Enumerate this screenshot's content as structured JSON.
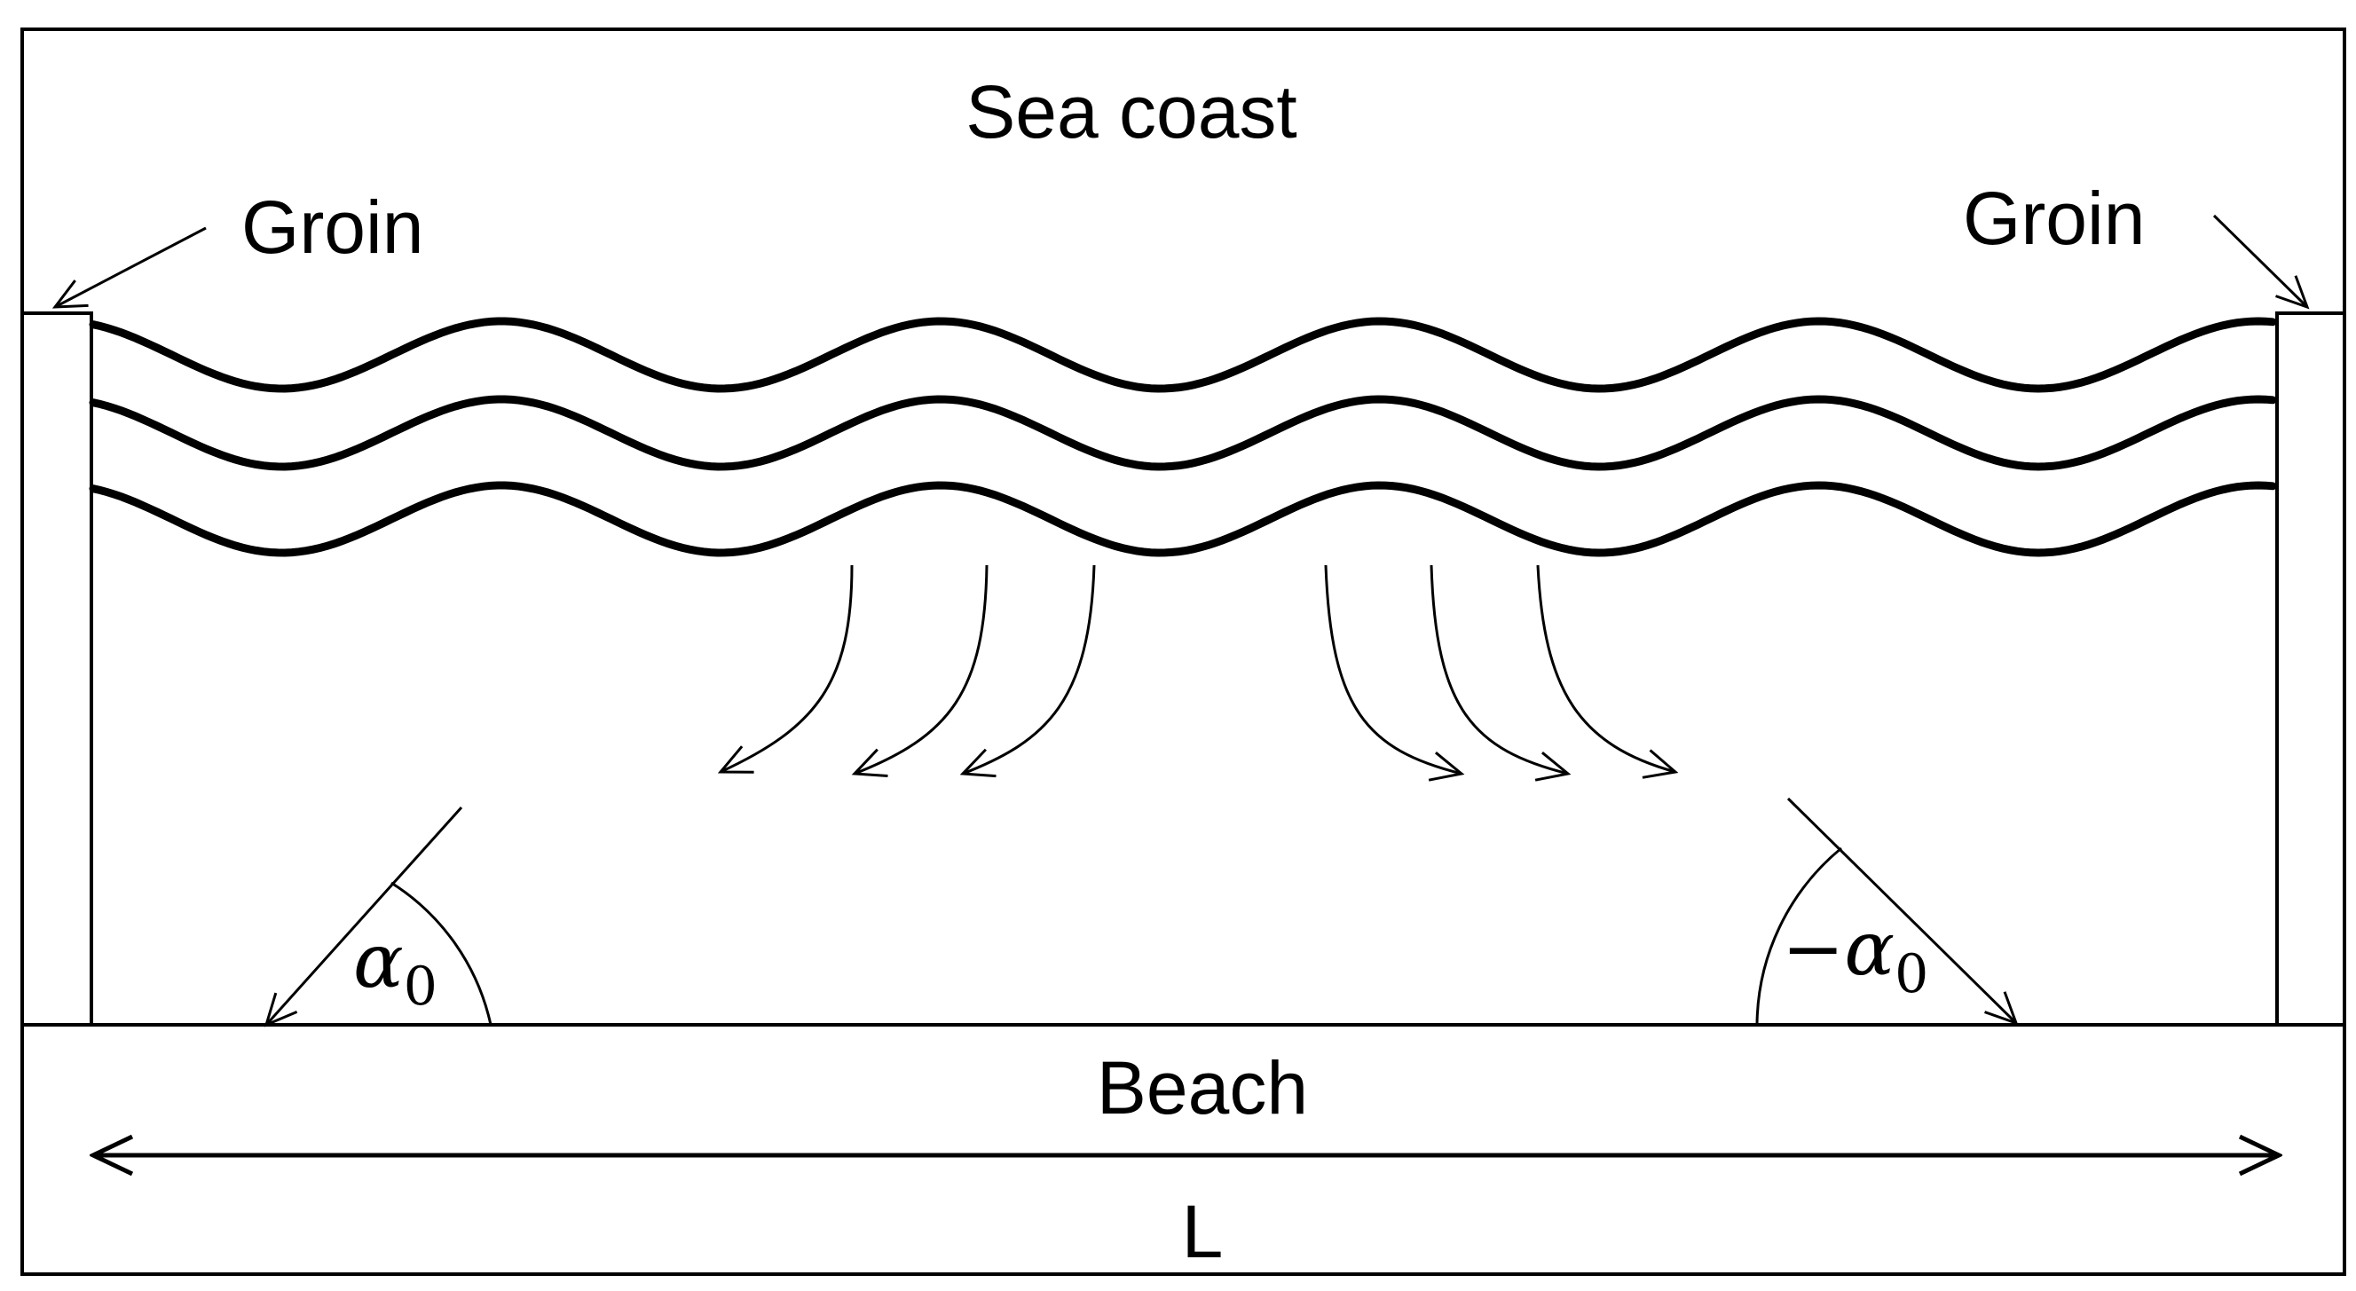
{
  "labels": {
    "sea_coast": "Sea coast",
    "groin_left": "Groin",
    "groin_right": "Groin",
    "beach": "Beach",
    "length": "L",
    "angle_left": "α",
    "angle_left_sub": "0",
    "angle_right": "−α",
    "angle_right_sub": "0"
  }
}
